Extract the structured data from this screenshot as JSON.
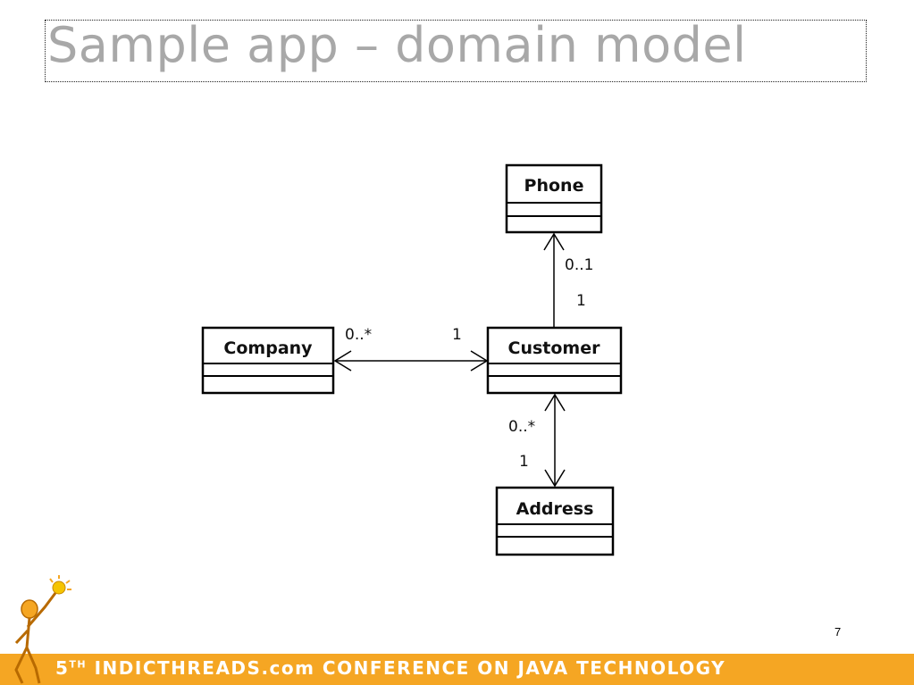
{
  "slide": {
    "title": "Sample app – domain model",
    "page_number": "7"
  },
  "diagram": {
    "classes": {
      "phone": "Phone",
      "company": "Company",
      "customer": "Customer",
      "address": "Address"
    },
    "multiplicities": {
      "phone_end": "0..1",
      "phone_customer_end": "1",
      "company_end": "0..*",
      "company_customer_end": "1",
      "address_customer_end": "0..*",
      "address_end": "1"
    }
  },
  "footer": {
    "ordinal": "5",
    "ordinal_suffix": "TH",
    "text": "INDICTHREADS.com CONFERENCE ON JAVA TECHNOLOGY",
    "bar_color": "#f5a623"
  }
}
